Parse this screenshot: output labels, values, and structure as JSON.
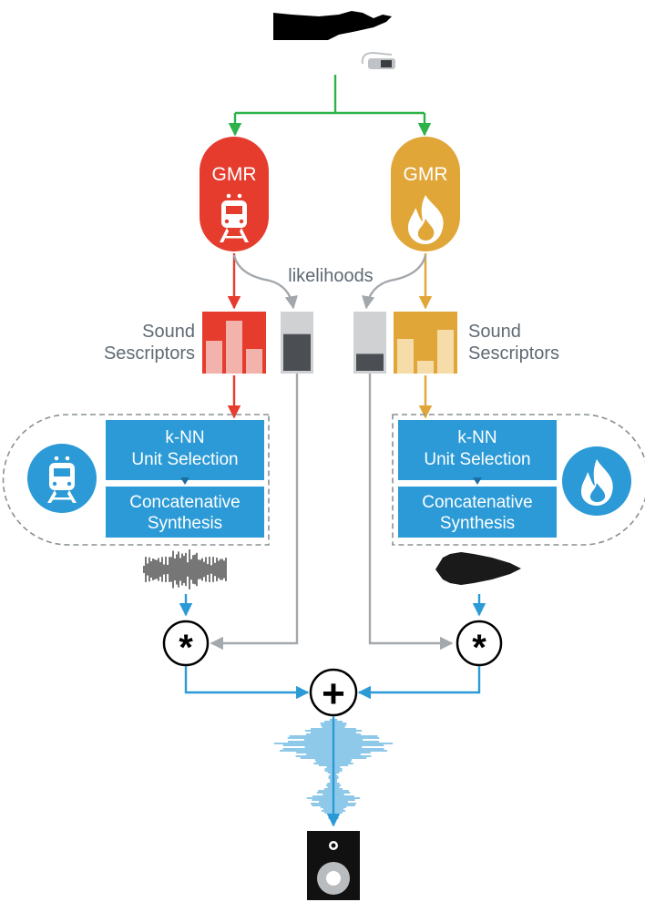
{
  "diagram": {
    "left_branch": {
      "model_label": "GMR",
      "descriptor_label_line1": "Sound",
      "descriptor_label_line2": "Sescriptors",
      "knn_line1": "k-NN",
      "knn_line2": "Unit Selection",
      "synth_line1": "Concatenative",
      "synth_line2": "Synthesis",
      "icon": "train-icon",
      "likelihood_level": 0.65
    },
    "right_branch": {
      "model_label": "GMR",
      "descriptor_label_line1": "Sound",
      "descriptor_label_line2": "Sescriptors",
      "knn_line1": "k-NN",
      "knn_line2": "Unit Selection",
      "synth_line1": "Concatenative",
      "synth_line2": "Synthesis",
      "icon": "fire-icon",
      "likelihood_level": 0.3
    },
    "likelihoods_label": "likelihoods",
    "multiply_symbol": "*",
    "sum_symbol": "+",
    "colors": {
      "left": "#e53c2e",
      "right": "#e0a638",
      "blue": "#2b9ad6",
      "green": "#2db34a",
      "gray": "#a3a8ad"
    }
  }
}
